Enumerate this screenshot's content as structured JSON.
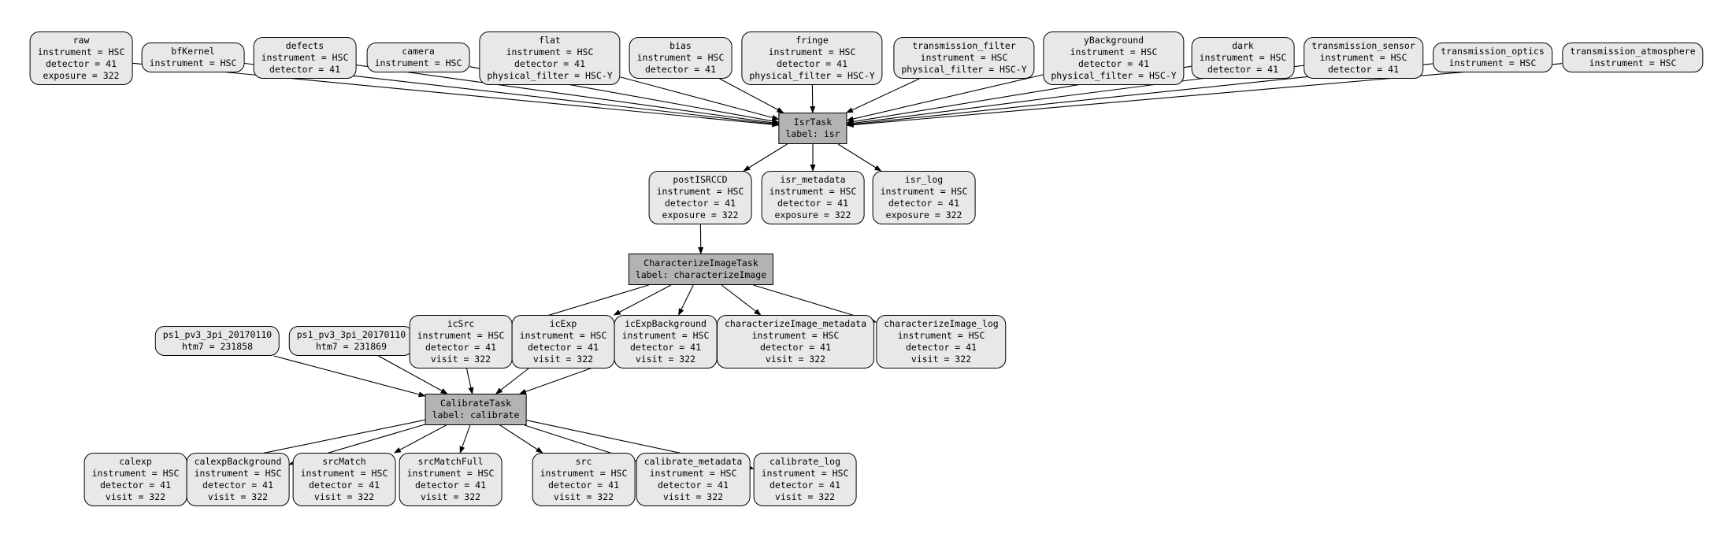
{
  "diagram": {
    "kind": "pipeline-quantum-graph",
    "colors": {
      "background": "#ffffff",
      "dataset_fill": "#e8e8e8",
      "task_fill": "#b3b3b3",
      "border": "#000000",
      "edge": "#000000"
    },
    "nodes": [
      {
        "id": "raw",
        "type": "dataset",
        "title": "raw",
        "attrs": [
          "instrument = HSC",
          "detector = 41",
          "exposure = 322"
        ]
      },
      {
        "id": "bfKernel",
        "type": "dataset",
        "title": "bfKernel",
        "attrs": [
          "instrument = HSC"
        ]
      },
      {
        "id": "defects",
        "type": "dataset",
        "title": "defects",
        "attrs": [
          "instrument = HSC",
          "detector = 41"
        ]
      },
      {
        "id": "camera",
        "type": "dataset",
        "title": "camera",
        "attrs": [
          "instrument = HSC"
        ]
      },
      {
        "id": "flat",
        "type": "dataset",
        "title": "flat",
        "attrs": [
          "instrument = HSC",
          "detector = 41",
          "physical_filter = HSC-Y"
        ]
      },
      {
        "id": "bias",
        "type": "dataset",
        "title": "bias",
        "attrs": [
          "instrument = HSC",
          "detector = 41"
        ]
      },
      {
        "id": "fringe",
        "type": "dataset",
        "title": "fringe",
        "attrs": [
          "instrument = HSC",
          "detector = 41",
          "physical_filter = HSC-Y"
        ]
      },
      {
        "id": "transmission_filter",
        "type": "dataset",
        "title": "transmission_filter",
        "attrs": [
          "instrument = HSC",
          "physical_filter = HSC-Y"
        ]
      },
      {
        "id": "yBackground",
        "type": "dataset",
        "title": "yBackground",
        "attrs": [
          "instrument = HSC",
          "detector = 41",
          "physical_filter = HSC-Y"
        ]
      },
      {
        "id": "dark",
        "type": "dataset",
        "title": "dark",
        "attrs": [
          "instrument = HSC",
          "detector = 41"
        ]
      },
      {
        "id": "transmission_sensor",
        "type": "dataset",
        "title": "transmission_sensor",
        "attrs": [
          "instrument = HSC",
          "detector = 41"
        ]
      },
      {
        "id": "transmission_optics",
        "type": "dataset",
        "title": "transmission_optics",
        "attrs": [
          "instrument = HSC"
        ]
      },
      {
        "id": "transmission_atmosphere",
        "type": "dataset",
        "title": "transmission_atmosphere",
        "attrs": [
          "instrument = HSC"
        ]
      },
      {
        "id": "IsrTask",
        "type": "task",
        "title": "IsrTask",
        "attrs": [
          "label: isr"
        ]
      },
      {
        "id": "postISRCCD",
        "type": "dataset",
        "title": "postISRCCD",
        "attrs": [
          "instrument = HSC",
          "detector = 41",
          "exposure = 322"
        ]
      },
      {
        "id": "isr_metadata",
        "type": "dataset",
        "title": "isr_metadata",
        "attrs": [
          "instrument = HSC",
          "detector = 41",
          "exposure = 322"
        ]
      },
      {
        "id": "isr_log",
        "type": "dataset",
        "title": "isr_log",
        "attrs": [
          "instrument = HSC",
          "detector = 41",
          "exposure = 322"
        ]
      },
      {
        "id": "CharacterizeImageTask",
        "type": "task",
        "title": "CharacterizeImageTask",
        "attrs": [
          "label: characterizeImage"
        ]
      },
      {
        "id": "ps1_a",
        "type": "dataset",
        "title": "ps1_pv3_3pi_20170110",
        "attrs": [
          "htm7 = 231858"
        ]
      },
      {
        "id": "ps1_b",
        "type": "dataset",
        "title": "ps1_pv3_3pi_20170110",
        "attrs": [
          "htm7 = 231869"
        ]
      },
      {
        "id": "icSrc",
        "type": "dataset",
        "title": "icSrc",
        "attrs": [
          "instrument = HSC",
          "detector = 41",
          "visit = 322"
        ]
      },
      {
        "id": "icExp",
        "type": "dataset",
        "title": "icExp",
        "attrs": [
          "instrument = HSC",
          "detector = 41",
          "visit = 322"
        ]
      },
      {
        "id": "icExpBackground",
        "type": "dataset",
        "title": "icExpBackground",
        "attrs": [
          "instrument = HSC",
          "detector = 41",
          "visit = 322"
        ]
      },
      {
        "id": "characterizeImage_metadata",
        "type": "dataset",
        "title": "characterizeImage_metadata",
        "attrs": [
          "instrument = HSC",
          "detector = 41",
          "visit = 322"
        ]
      },
      {
        "id": "characterizeImage_log",
        "type": "dataset",
        "title": "characterizeImage_log",
        "attrs": [
          "instrument = HSC",
          "detector = 41",
          "visit = 322"
        ]
      },
      {
        "id": "CalibrateTask",
        "type": "task",
        "title": "CalibrateTask",
        "attrs": [
          "label: calibrate"
        ]
      },
      {
        "id": "calexp",
        "type": "dataset",
        "title": "calexp",
        "attrs": [
          "instrument = HSC",
          "detector = 41",
          "visit = 322"
        ]
      },
      {
        "id": "calexpBackground",
        "type": "dataset",
        "title": "calexpBackground",
        "attrs": [
          "instrument = HSC",
          "detector = 41",
          "visit = 322"
        ]
      },
      {
        "id": "srcMatch",
        "type": "dataset",
        "title": "srcMatch",
        "attrs": [
          "instrument = HSC",
          "detector = 41",
          "visit = 322"
        ]
      },
      {
        "id": "srcMatchFull",
        "type": "dataset",
        "title": "srcMatchFull",
        "attrs": [
          "instrument = HSC",
          "detector = 41",
          "visit = 322"
        ]
      },
      {
        "id": "src",
        "type": "dataset",
        "title": "src",
        "attrs": [
          "instrument = HSC",
          "detector = 41",
          "visit = 322"
        ]
      },
      {
        "id": "calibrate_metadata",
        "type": "dataset",
        "title": "calibrate_metadata",
        "attrs": [
          "instrument = HSC",
          "detector = 41",
          "visit = 322"
        ]
      },
      {
        "id": "calibrate_log",
        "type": "dataset",
        "title": "calibrate_log",
        "attrs": [
          "instrument = HSC",
          "detector = 41",
          "visit = 322"
        ]
      }
    ],
    "edges": [
      {
        "from": "raw",
        "to": "IsrTask"
      },
      {
        "from": "bfKernel",
        "to": "IsrTask"
      },
      {
        "from": "defects",
        "to": "IsrTask"
      },
      {
        "from": "camera",
        "to": "IsrTask"
      },
      {
        "from": "flat",
        "to": "IsrTask"
      },
      {
        "from": "bias",
        "to": "IsrTask"
      },
      {
        "from": "fringe",
        "to": "IsrTask"
      },
      {
        "from": "transmission_filter",
        "to": "IsrTask"
      },
      {
        "from": "yBackground",
        "to": "IsrTask"
      },
      {
        "from": "dark",
        "to": "IsrTask"
      },
      {
        "from": "transmission_sensor",
        "to": "IsrTask"
      },
      {
        "from": "transmission_optics",
        "to": "IsrTask"
      },
      {
        "from": "transmission_atmosphere",
        "to": "IsrTask"
      },
      {
        "from": "IsrTask",
        "to": "postISRCCD"
      },
      {
        "from": "IsrTask",
        "to": "isr_metadata"
      },
      {
        "from": "IsrTask",
        "to": "isr_log"
      },
      {
        "from": "postISRCCD",
        "to": "CharacterizeImageTask"
      },
      {
        "from": "CharacterizeImageTask",
        "to": "icSrc"
      },
      {
        "from": "CharacterizeImageTask",
        "to": "icExp"
      },
      {
        "from": "CharacterizeImageTask",
        "to": "icExpBackground"
      },
      {
        "from": "CharacterizeImageTask",
        "to": "characterizeImage_metadata"
      },
      {
        "from": "CharacterizeImageTask",
        "to": "characterizeImage_log"
      },
      {
        "from": "ps1_a",
        "to": "CalibrateTask"
      },
      {
        "from": "ps1_b",
        "to": "CalibrateTask"
      },
      {
        "from": "icSrc",
        "to": "CalibrateTask"
      },
      {
        "from": "icExp",
        "to": "CalibrateTask"
      },
      {
        "from": "icExpBackground",
        "to": "CalibrateTask"
      },
      {
        "from": "CalibrateTask",
        "to": "calexp"
      },
      {
        "from": "CalibrateTask",
        "to": "calexpBackground"
      },
      {
        "from": "CalibrateTask",
        "to": "srcMatch"
      },
      {
        "from": "CalibrateTask",
        "to": "srcMatchFull"
      },
      {
        "from": "CalibrateTask",
        "to": "src"
      },
      {
        "from": "CalibrateTask",
        "to": "calibrate_metadata"
      },
      {
        "from": "CalibrateTask",
        "to": "calibrate_log"
      }
    ]
  }
}
